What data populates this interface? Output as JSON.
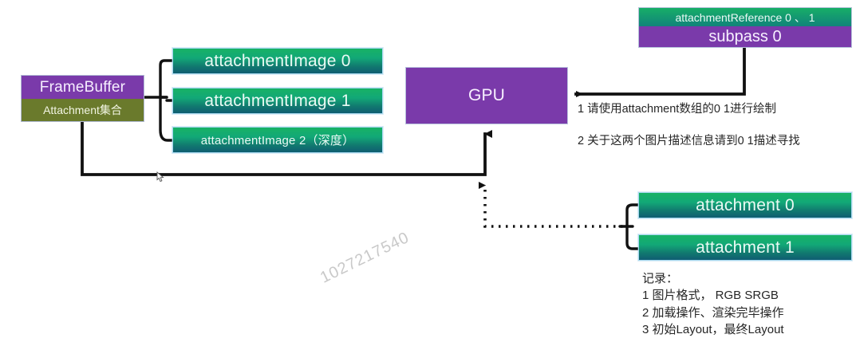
{
  "diagram": {
    "title_watermark": "1027217540",
    "framebuffer": {
      "title": "FrameBuffer",
      "subtitle": "Attachment集合"
    },
    "attachment_images": [
      {
        "label": "attachmentImage 0"
      },
      {
        "label": "attachmentImage 1"
      },
      {
        "label": "attachmentImage 2（深度）"
      }
    ],
    "gpu": {
      "label": "GPU"
    },
    "subpass": {
      "reference_label": "attachmentReference 0 、 1",
      "name_label": "subpass 0"
    },
    "subpass_notes": [
      "1 请使用attachment数组的0 1进行绘制",
      "2 关于这两个图片描述信息请到0 1描述寻找"
    ],
    "attachments": [
      {
        "label": "attachment 0"
      },
      {
        "label": "attachment 1"
      }
    ],
    "record": {
      "heading": "记录：",
      "items": [
        "1 图片格式，  RGB SRGB",
        "2 加载操作、渲染完毕操作",
        "3 初始Layout，最终Layout"
      ]
    },
    "colors": {
      "purple": "#7a3aaa",
      "olive": "#6a7a2c",
      "green_top": "#18b265",
      "teal_bottom": "#0f5d72",
      "wire": "#111111",
      "watermark": "#c9c9c9"
    }
  }
}
